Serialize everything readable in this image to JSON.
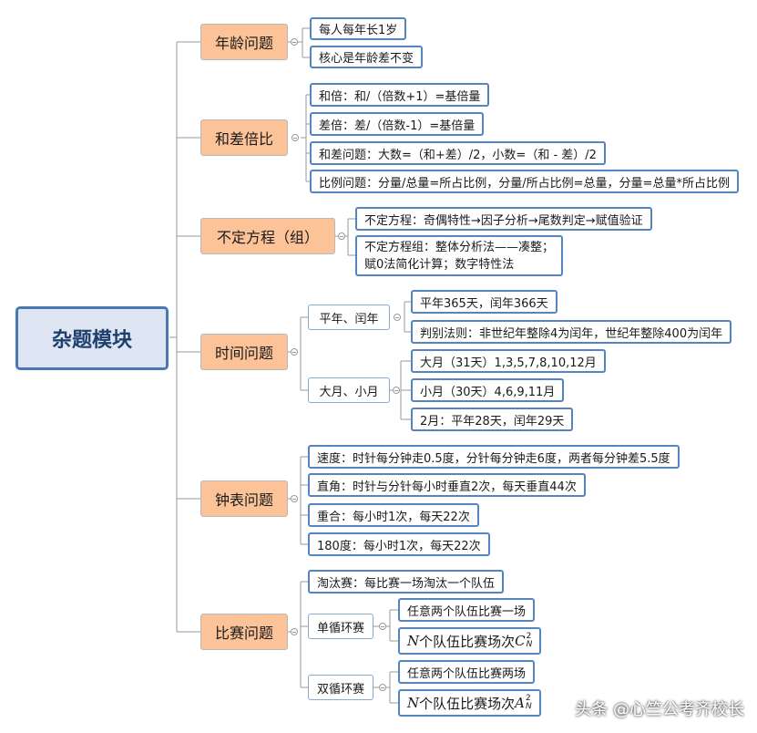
{
  "root": "杂题模块",
  "categories": {
    "age": {
      "title": "年龄问题",
      "items": [
        "每人每年长1岁",
        "核心是年龄差不变"
      ]
    },
    "sumdiff": {
      "title": "和差倍比",
      "items": [
        "和倍：和/（倍数+1）=基倍量",
        "差倍：差/（倍数-1）=基倍量",
        "和差问题：大数=（和+差）/2，小数=（和 - 差）/2",
        "比例问题：分量/总量=所占比例，分量/所占比例=总量，分量=总量*所占比例"
      ]
    },
    "indef": {
      "title": "不定方程（组）",
      "items": [
        "不定方程：奇偶特性→因子分析→尾数判定→赋值验证"
      ],
      "multi": {
        "line1": "不定方程组：整体分析法——凑整；",
        "line2": "赋0法简化计算；数字特性法"
      }
    },
    "time": {
      "title": "时间问题",
      "groups": [
        {
          "label": "平年、闰年",
          "items": [
            "平年365天，闰年366天",
            "判别法则：非世纪年整除4为闰年，世纪年整除400为闰年"
          ]
        },
        {
          "label": "大月、小月",
          "items": [
            "大月（31天）1,3,5,7,8,10,12月",
            "小月（30天）4,6,9,11月",
            "2月：平年28天，闰年29天"
          ]
        }
      ]
    },
    "clock": {
      "title": "钟表问题",
      "items": [
        "速度：时针每分钟走0.5度，分针每分钟走6度，两者每分钟差5.5度",
        "直角：时针与分针每小时垂直2次，每天垂直44次",
        "重合：每小时1次，每天22次",
        "180度：每小时1次，每天22次"
      ]
    },
    "match": {
      "title": "比赛问题",
      "item": "淘汰赛：每比赛一场淘汰一个队伍",
      "groups": [
        {
          "label": "单循环赛",
          "items": [
            "任意两个队伍比赛一场"
          ],
          "formula": {
            "var": "N",
            "text": "个队伍比赛场次",
            "sym": "C",
            "sup": "2",
            "sub": "N"
          }
        },
        {
          "label": "双循环赛",
          "items": [
            "任意两个队伍比赛两场"
          ],
          "formula": {
            "var": "N",
            "text": "个队伍比赛场次",
            "sym": "A",
            "sup": "2",
            "sub": "N"
          }
        }
      ]
    }
  },
  "watermark": "头条 @心竺公考齐校长",
  "colors": {
    "root_border": "#4a78b5",
    "root_fill": "#dde6f2",
    "category_fill": "#fbc397",
    "leaf_border": "#5585c0",
    "connector": "#9a9a9a"
  }
}
